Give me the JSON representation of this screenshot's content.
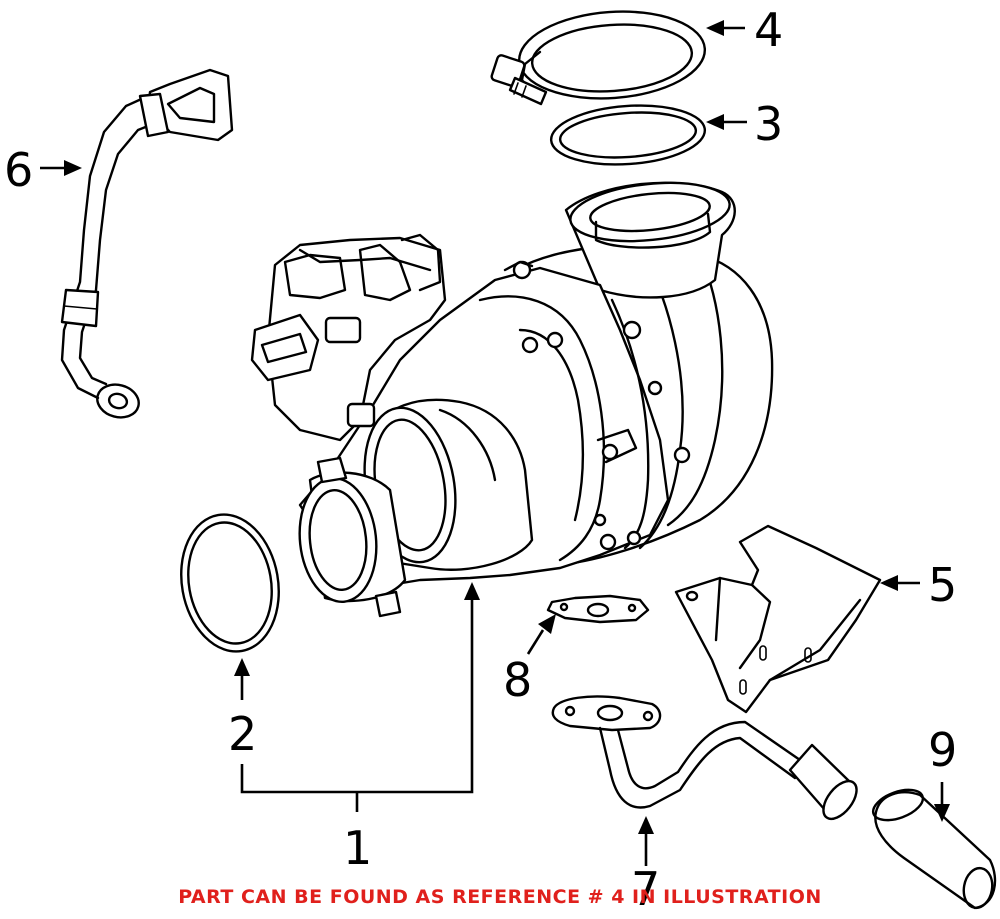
{
  "callouts": {
    "c1": "1",
    "c2": "2",
    "c3": "3",
    "c4": "4",
    "c5": "5",
    "c6": "6",
    "c7": "7",
    "c8": "8",
    "c9": "9"
  },
  "caption": "PART CAN BE FOUND AS REFERENCE # 4 IN ILLUSTRATION",
  "colors": {
    "caption": "#e0201c",
    "lines": "#000000",
    "background": "#ffffff"
  }
}
